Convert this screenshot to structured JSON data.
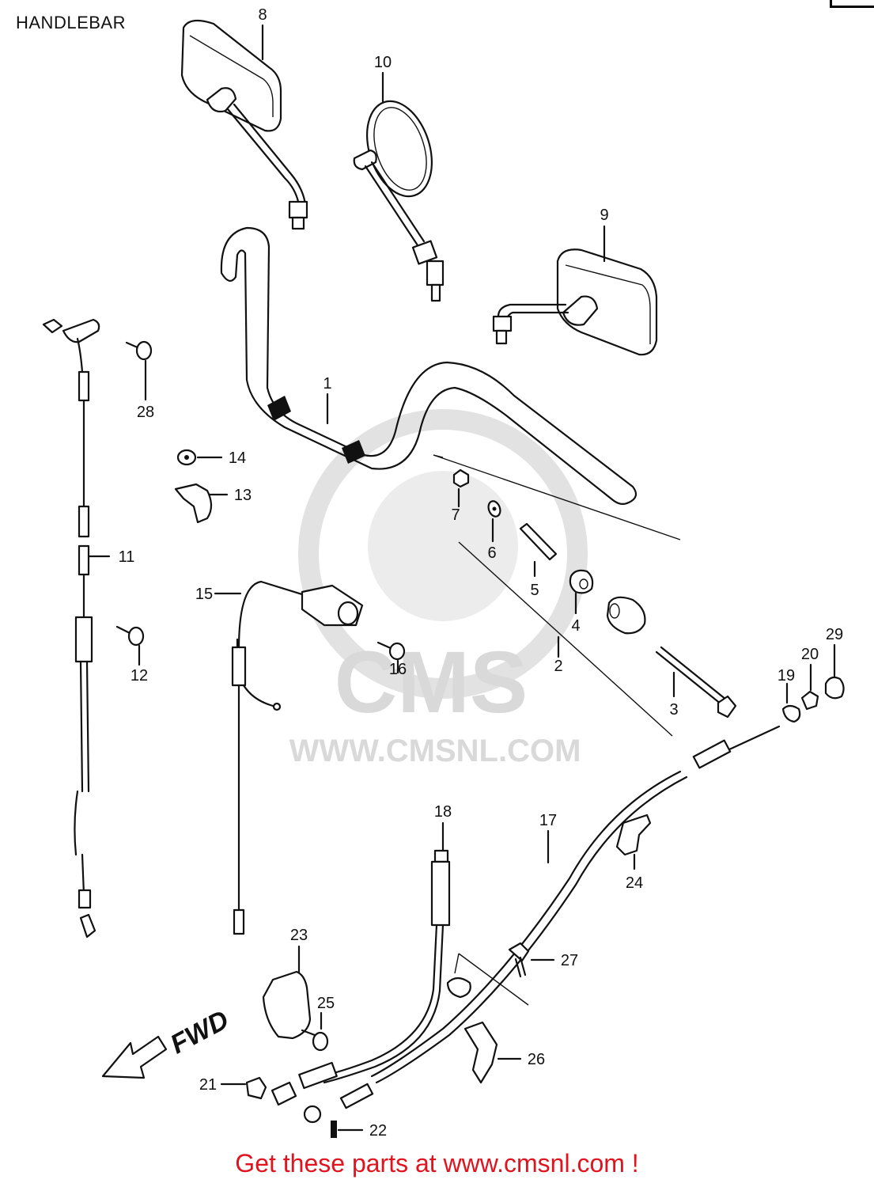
{
  "title": "HANDLEBAR",
  "watermark": {
    "brand": "CMS",
    "url": "WWW.CMSNL.COM"
  },
  "direction_marker": "FWD",
  "footer": "Get these parts at www.cmsnl.com !",
  "colors": {
    "footer_text": "#e0141e",
    "line_art": "#111111",
    "watermark": "#d9d9d9"
  },
  "callouts": {
    "c1": "1",
    "c2": "2",
    "c3": "3",
    "c4": "4",
    "c5": "5",
    "c6": "6",
    "c7": "7",
    "c8": "8",
    "c9": "9",
    "c10": "10",
    "c11": "11",
    "c12": "12",
    "c13": "13",
    "c14": "14",
    "c15": "15",
    "c16": "16",
    "c17": "17",
    "c18": "18",
    "c19": "19",
    "c20": "20",
    "c21": "21",
    "c22": "22",
    "c23": "23",
    "c24": "24",
    "c25": "25",
    "c26": "26",
    "c27": "27",
    "c28": "28",
    "c29": "29"
  }
}
